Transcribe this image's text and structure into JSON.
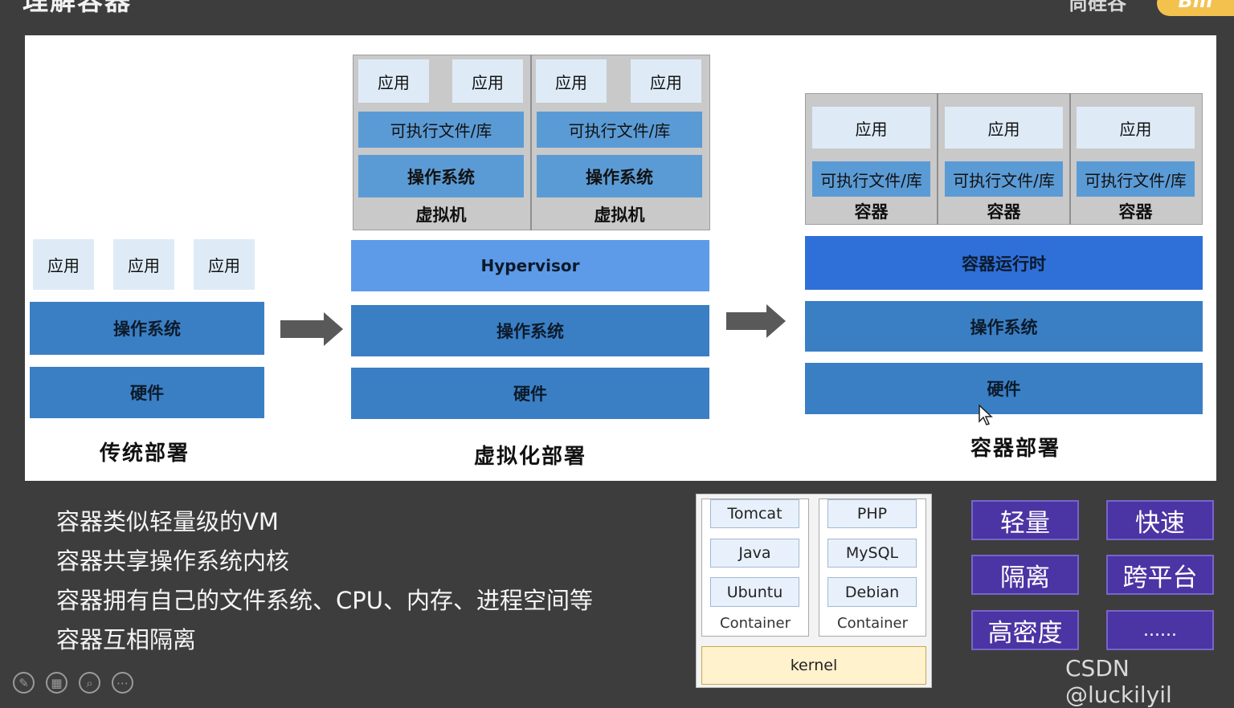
{
  "header": {
    "title": "理解容器",
    "brand": "尚硅谷",
    "logo": "Bili"
  },
  "traditional": {
    "apps": [
      "应用",
      "应用",
      "应用"
    ],
    "os": "操作系统",
    "hardware": "硬件",
    "caption": "传统部署"
  },
  "virtual": {
    "vms": [
      {
        "apps": [
          "应用",
          "应用"
        ],
        "bins": "可执行文件/库",
        "os": "操作系统",
        "label": "虚拟机"
      },
      {
        "apps": [
          "应用",
          "应用"
        ],
        "bins": "可执行文件/库",
        "os": "操作系统",
        "label": "虚拟机"
      }
    ],
    "hypervisor": "Hypervisor",
    "os": "操作系统",
    "hardware": "硬件",
    "caption": "虚拟化部署"
  },
  "container": {
    "containers": [
      {
        "app": "应用",
        "bins": "可执行文件/库",
        "label": "容器"
      },
      {
        "app": "应用",
        "bins": "可执行文件/库",
        "label": "容器"
      },
      {
        "app": "应用",
        "bins": "可执行文件/库",
        "label": "容器"
      }
    ],
    "runtime": "容器运行时",
    "os": "操作系统",
    "hardware": "硬件",
    "caption": "容器部署"
  },
  "bullets": [
    "容器类似轻量级的VM",
    "容器共享操作系统内核",
    "容器拥有自己的文件系统、CPU、内存、进程空间等",
    "容器互相隔离"
  ],
  "stack": {
    "left": {
      "items": [
        "Tomcat",
        "Java",
        "Ubuntu"
      ],
      "label": "Container"
    },
    "right": {
      "items": [
        "PHP",
        "MySQL",
        "Debian"
      ],
      "label": "Container"
    },
    "kernel": "kernel"
  },
  "features": [
    "轻量",
    "快速",
    "隔离",
    "跨平台",
    "高密度",
    "......"
  ],
  "watermark": "CSDN @luckilyil",
  "colors": {
    "background": "#3d3d3d",
    "feature": "#4b34a3",
    "hardware": "#3a7fc4",
    "kernel": "#fff2cc"
  },
  "toolbar_icons": [
    "pen-icon",
    "layout-icon",
    "zoom-icon",
    "more-icon"
  ]
}
